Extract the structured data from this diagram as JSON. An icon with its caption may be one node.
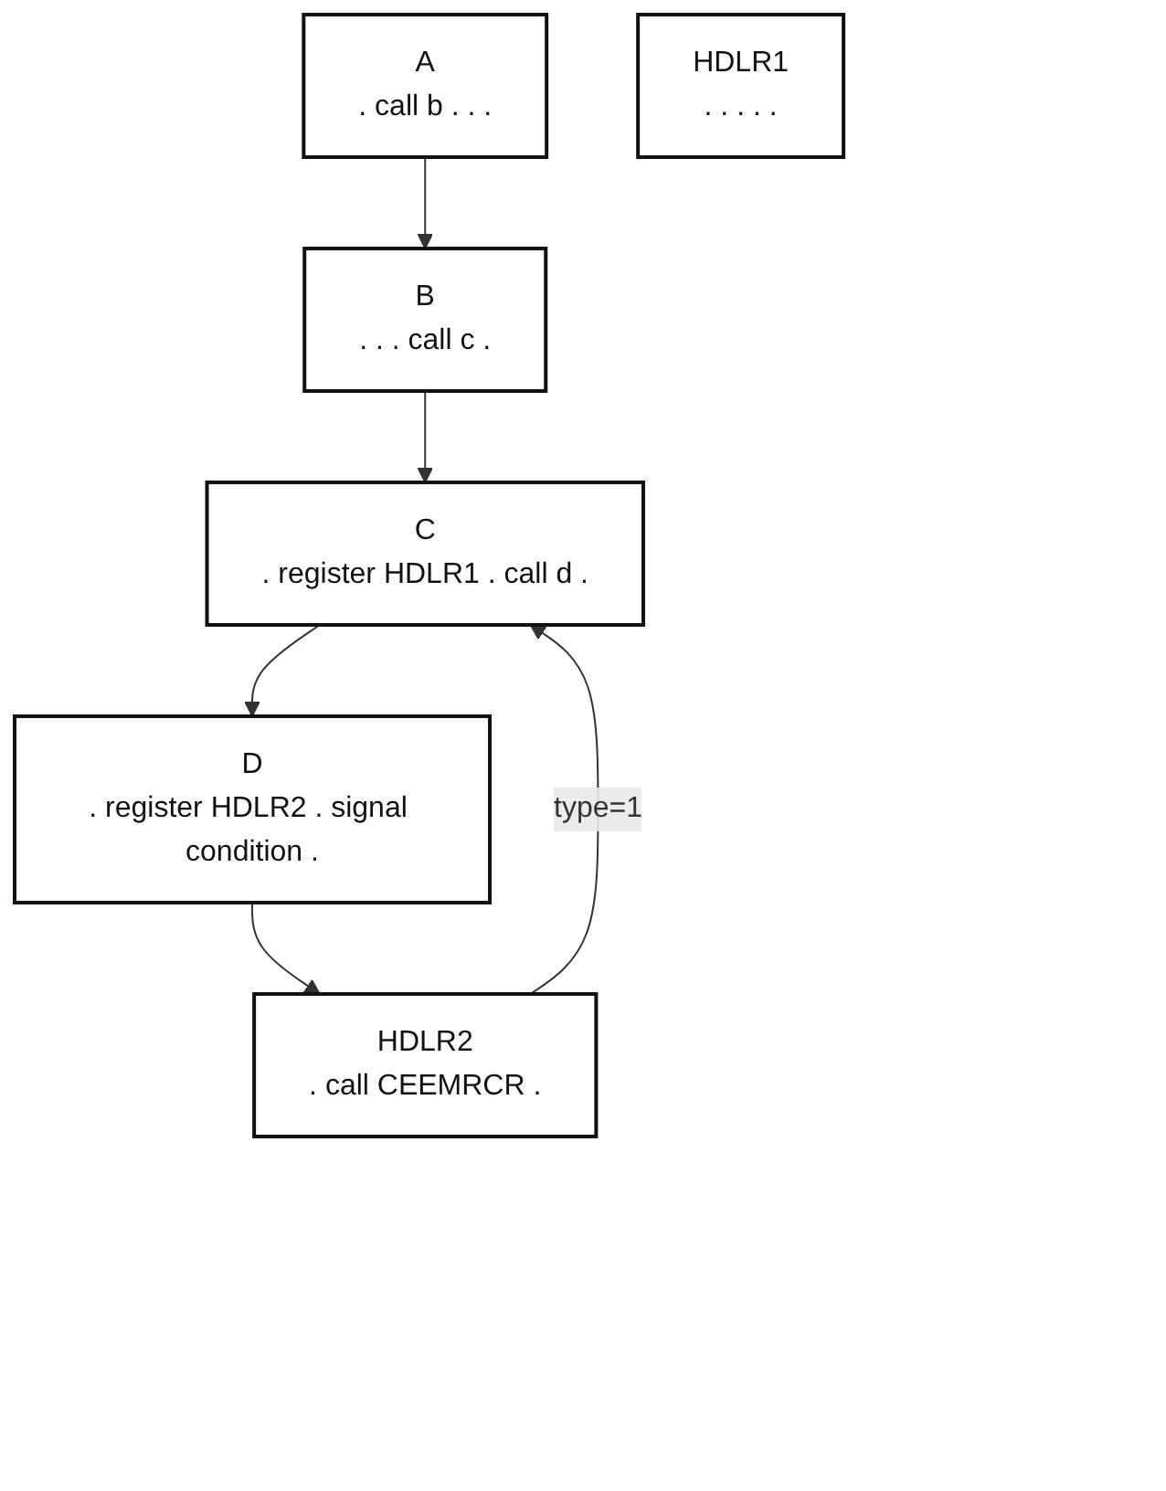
{
  "diagram": {
    "nodes": [
      {
        "text": [
          "A",
          ". call b . . ."
        ]
      },
      {
        "text": [
          "B",
          ". . . call c ."
        ]
      },
      {
        "text": [
          "HDLR1",
          ". . . . ."
        ]
      },
      {
        "text": [
          "C",
          ". register HDLR1 . call d ."
        ]
      },
      {
        "text": [
          "D",
          ". register HDLR2 . signal condition ."
        ]
      },
      {
        "text": [
          "HDLR2",
          ". call CEEMRCR ."
        ]
      }
    ],
    "edges": [
      {
        "from": 0,
        "to": 1,
        "arrow": "to"
      },
      {
        "from": 1,
        "to": 3,
        "arrow": "to"
      },
      {
        "from": 3,
        "to": 4,
        "arrow": "to"
      },
      {
        "from": 4,
        "to": 5,
        "arrow": "to"
      },
      {
        "from": 5,
        "to": 3,
        "arrow": "to",
        "label": "type=1"
      }
    ]
  }
}
